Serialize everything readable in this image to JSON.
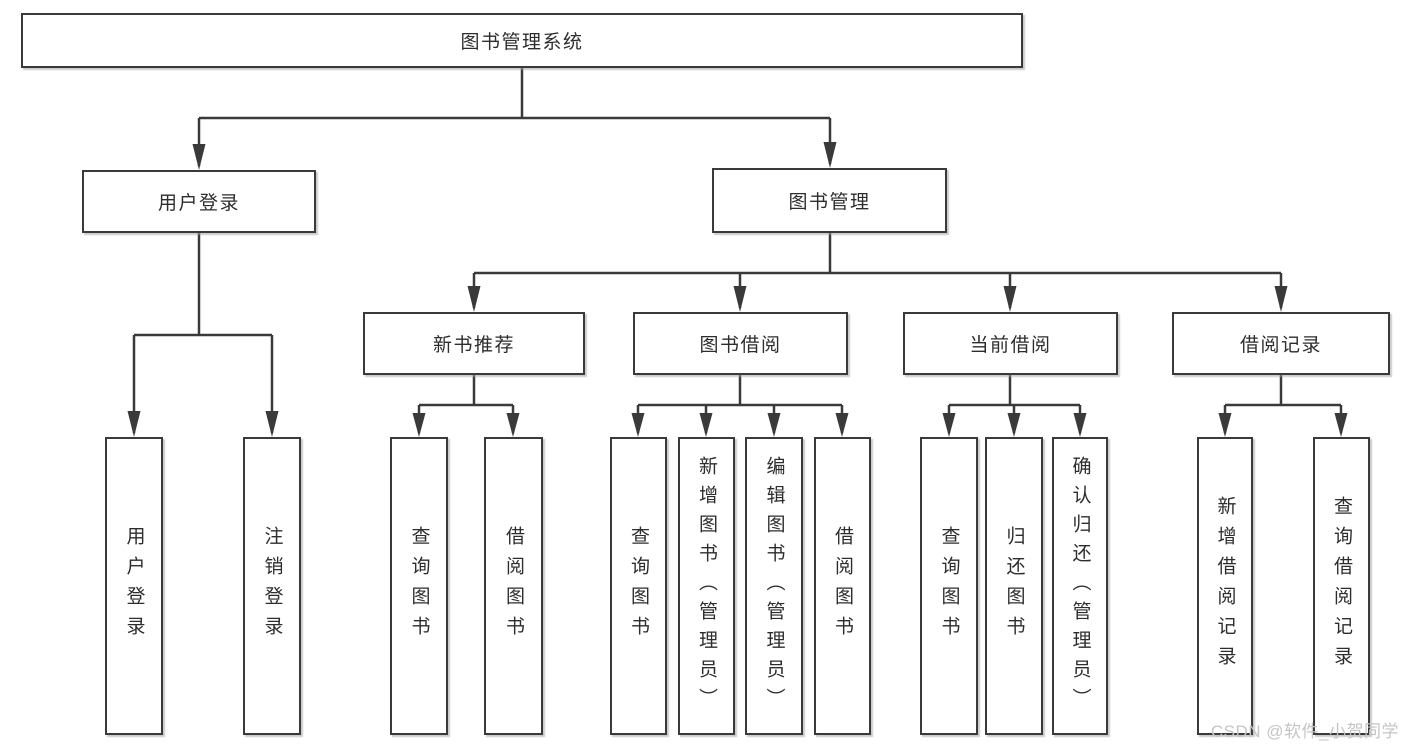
{
  "diagram": {
    "nodes": {
      "root": "图书管理系统",
      "level2": [
        "用户登录",
        "图书管理"
      ],
      "level3": [
        "新书推荐",
        "图书借阅",
        "当前借阅",
        "借阅记录"
      ],
      "leaves": [
        "用户登录",
        "注销登录",
        "查询图书",
        "借阅图书",
        "查询图书",
        "新增图书（管理员）",
        "编辑图书（管理员）",
        "借阅图书",
        "查询图书",
        "归还图书",
        "确认归还（管理员）",
        "新增借阅记录",
        "查询借阅记录"
      ]
    },
    "watermark": "CSDN @软件_小贺同学",
    "colors": {
      "line": "#3a3a3a",
      "text": "#2d2d2d",
      "box_fill": "#ffffff",
      "watermark": "#c5c5c5",
      "background": "#ffffff"
    }
  }
}
